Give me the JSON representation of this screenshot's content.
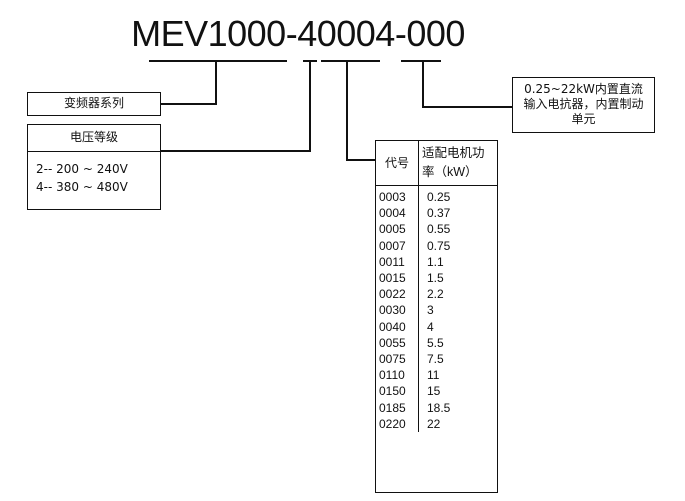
{
  "model": {
    "part_series": "MEV1000",
    "sep1": "-",
    "part_voltage": "4",
    "part_power": "0004",
    "sep2": "-",
    "part_option": "000"
  },
  "series_box": {
    "label": "变频器系列"
  },
  "voltage_box": {
    "title": "电压等级",
    "rows": [
      "2-- 200 ~ 240V",
      "4-- 380 ~ 480V"
    ]
  },
  "power_table": {
    "header_code": "代号",
    "header_power": "适配电机功率（kW）",
    "rows": [
      {
        "code": "0003",
        "power": "0.25"
      },
      {
        "code": "0004",
        "power": "0.37"
      },
      {
        "code": "0005",
        "power": "0.55"
      },
      {
        "code": "0007",
        "power": "0.75"
      },
      {
        "code": "0011",
        "power": "1.1"
      },
      {
        "code": "0015",
        "power": "1.5"
      },
      {
        "code": "0022",
        "power": "2.2"
      },
      {
        "code": "0030",
        "power": "3"
      },
      {
        "code": "0040",
        "power": "4"
      },
      {
        "code": "0055",
        "power": "5.5"
      },
      {
        "code": "0075",
        "power": "7.5"
      },
      {
        "code": "0110",
        "power": "11"
      },
      {
        "code": "0150",
        "power": "15"
      },
      {
        "code": "0185",
        "power": "18.5"
      },
      {
        "code": "0220",
        "power": "22"
      }
    ]
  },
  "option_box": {
    "text": "0.25~22kW内置直流输入电抗器，内置制动单元"
  }
}
